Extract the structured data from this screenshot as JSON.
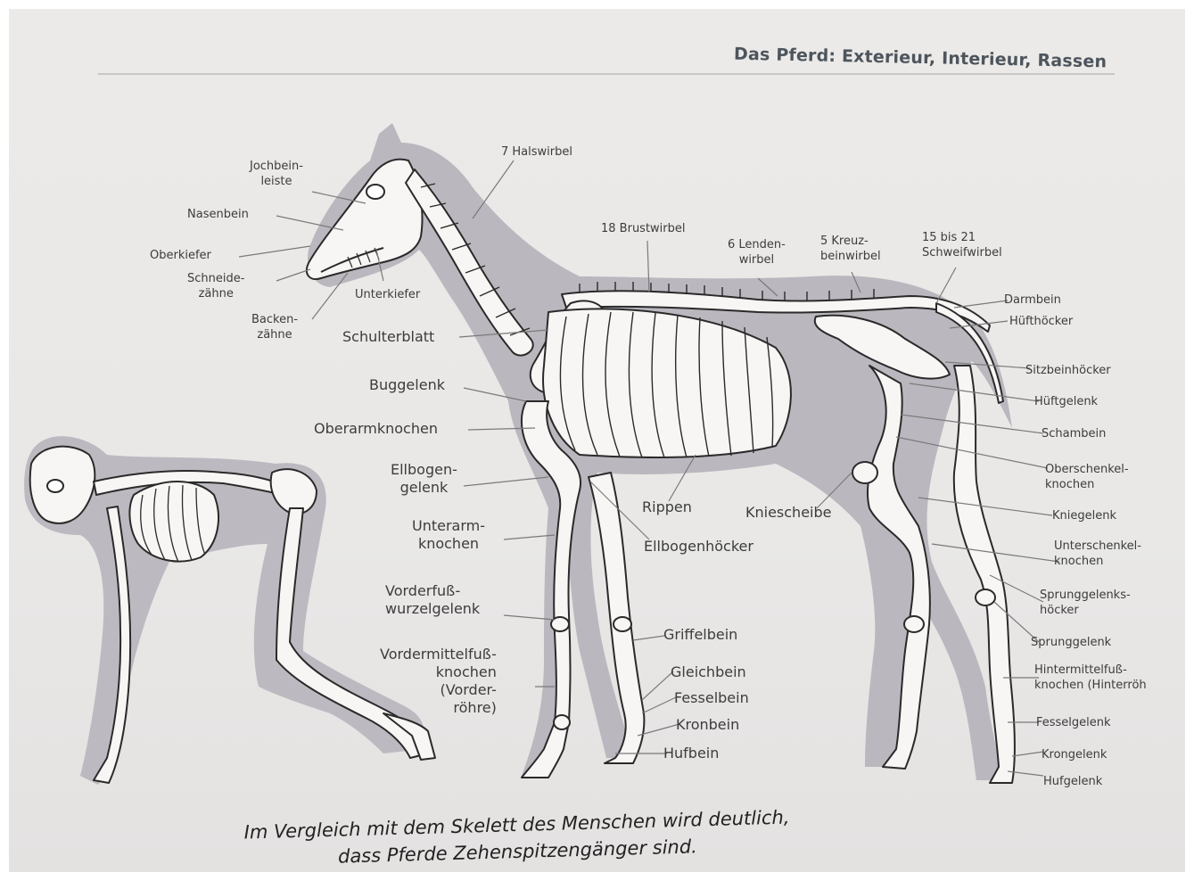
{
  "header": {
    "title": "Das Pferd: Exterieur, Interieur, Rassen"
  },
  "labels": {
    "jochbeinleiste": "Jochbein-\nleiste",
    "nasenbein": "Nasenbein",
    "oberkiefer": "Oberkiefer",
    "schneidezaehne": "Schneide-\nzähne",
    "backenzaehne": "Backen-\nzähne",
    "unterkiefer": "Unterkiefer",
    "schulterblatt": "Schulterblatt",
    "buggelenk": "Buggelenk",
    "oberarmknochen": "Oberarmknochen",
    "ellbogengelenk": "Ellbogen-\ngelenk",
    "unterarmknochen": "Unterarm-\nknochen",
    "vorderfusswurzelgelenk": "Vorderfuß-\nwurzelgelenk",
    "vordermittelfussknochen": "Vordermittelfuß-\nknochen\n(Vorder-\nröhre)",
    "halswirbel": "7 Halswirbel",
    "brustwirbel": "18 Brustwirbel",
    "lendenwirbel": "6 Lenden-\nwirbel",
    "kreuzbeinwirbel": "5 Kreuz-\nbeinwirbel",
    "schweifwirbel": "15 bis 21\nSchweifwirbel",
    "darmbein": "Darmbein",
    "hufthoecker": "Hüfthöcker",
    "sitzbeinhoecker": "Sitzbeinhöcker",
    "hueftgelenk": "Hüftgelenk",
    "schambein": "Schambein",
    "oberschenkelknochen": "Oberschenkel-\nknochen",
    "kniegelenk": "Kniegelenk",
    "unterschenkelknochen": "Unterschenkel-\nknochen",
    "sprunggelenkshoecker": "Sprunggelenks-\nhöcker",
    "sprunggelenk": "Sprunggelenk",
    "hintermittelfussknochen": "Hintermittelfuß-\nknochen (Hinterröh",
    "fesselgelenk": "Fesselgelenk",
    "krongelenk": "Krongelenk",
    "hufgelenk": "Hufgelenk",
    "rippen": "Rippen",
    "kniescheibe": "Kniescheibe",
    "ellbogenhoecker": "Ellbogenhöcker",
    "griffelbein": "Griffelbein",
    "gleichbein": "Gleichbein",
    "fesselbein": "Fesselbein",
    "kronbein": "Kronbein",
    "hufbein": "Hufbein"
  },
  "caption": {
    "line1": "Im Vergleich mit dem Skelett des Menschen wird deutlich,",
    "line2": "dass Pferde Zehenspitzengänger sind."
  },
  "colors": {
    "shadow": "#b9b7bd",
    "bone": "#f7f6f4",
    "outline": "#2a2a2a",
    "leader": "#7a7a7a"
  }
}
